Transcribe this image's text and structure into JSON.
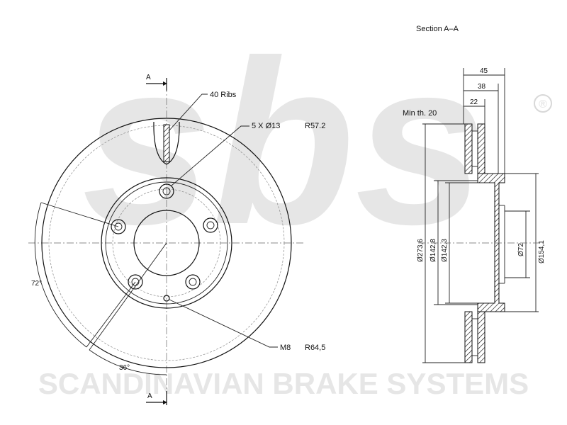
{
  "watermark": {
    "logo_text": "sbs",
    "registered": "®",
    "company": "SCANDINAVIAN BRAKE SYSTEMS"
  },
  "front_view": {
    "section_marker_top": "A",
    "section_marker_bottom": "A",
    "ribs_label": "40 Ribs",
    "bolt_holes_label": "5 X Ø13",
    "bolt_circle_label": "R57.2",
    "thread_label": "M8",
    "thread_radius_label": "R64,5",
    "angle_72_label": "72°",
    "angle_36_label": "36°"
  },
  "section_view": {
    "title": "Section A–A",
    "min_thickness_label": "Min th. 20",
    "dim_45": "45",
    "dim_38": "38",
    "dim_22": "22",
    "dia_273": "Ø273,6",
    "dia_142_8": "Ø142,8",
    "dia_142_3": "Ø142,3",
    "dia_72": "Ø72",
    "dia_154": "Ø154,1"
  },
  "colors": {
    "line": "#111111",
    "watermark": "#e6e6e6",
    "hatch": "#111111"
  }
}
